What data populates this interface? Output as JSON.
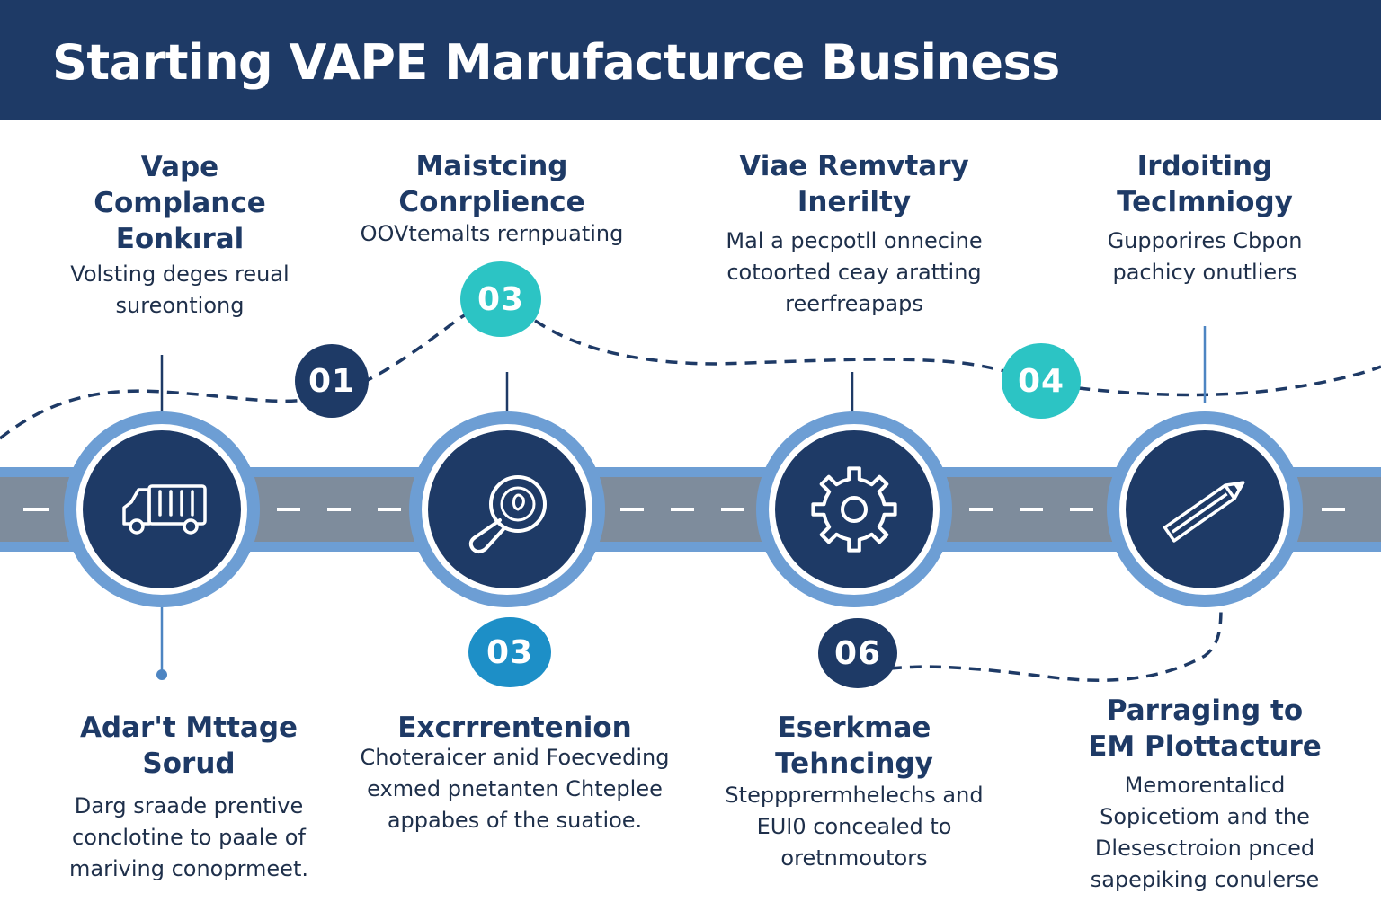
{
  "header": {
    "title": "Starting VAPE Marufacturce Business"
  },
  "colors": {
    "header_bg": "#1e3a66",
    "navy": "#1e3a66",
    "teal": "#2cc4c4",
    "mid_blue": "#1d8fc7",
    "road": "#7e8c9c",
    "road_border": "#6d9ed4",
    "ring": "#6d9ed4"
  },
  "stations": [
    {
      "icon": "truck-icon"
    },
    {
      "icon": "magnifier-icon"
    },
    {
      "icon": "gear-icon"
    },
    {
      "icon": "pen-icon"
    }
  ],
  "badges": [
    {
      "label": "01",
      "color": "navy"
    },
    {
      "label": "03",
      "color": "teal"
    },
    {
      "label": "04",
      "color": "teal"
    },
    {
      "label": "03",
      "color": "mid_blue"
    },
    {
      "label": "06",
      "color": "navy"
    }
  ],
  "top_items": [
    {
      "title": "Vape\nComplance\nEonkıral",
      "description": "Volsting deges reual\nsureontiong"
    },
    {
      "title": "Maistcing\nConrplience",
      "description": "OOVtemalts rernpuating"
    },
    {
      "title": "Viae Remvtary\nInerilty",
      "description": "Mal a pecpotll onnecine\ncotoorted ceay aratting\nreerfreapaps"
    },
    {
      "title": "Irdoiting\nTeclmniogy",
      "description": "Gupporires Cbpon\npachicy onutliers"
    }
  ],
  "bottom_items": [
    {
      "title": "Adar't Mttage\nSorud",
      "description": "Darg sraade prentive\nconclotine to paale of\nmariving conoprmeet."
    },
    {
      "title": "Excrrrentenion",
      "description": "Choteraicer anid Foecveding\nexmed pnetanten Chteplee\nappabes of the suatioe."
    },
    {
      "title": "Eserkmae\nTehncingy",
      "description": "Steppprermhelechs and\nEUI0 concealed to\noretnmoutors"
    },
    {
      "title": "Parraging to\nEM Plottacture",
      "description": "Memorentalicd\nSopicetiom and the\nDlesesctroion pnced\nsapepiking conulerse"
    }
  ]
}
